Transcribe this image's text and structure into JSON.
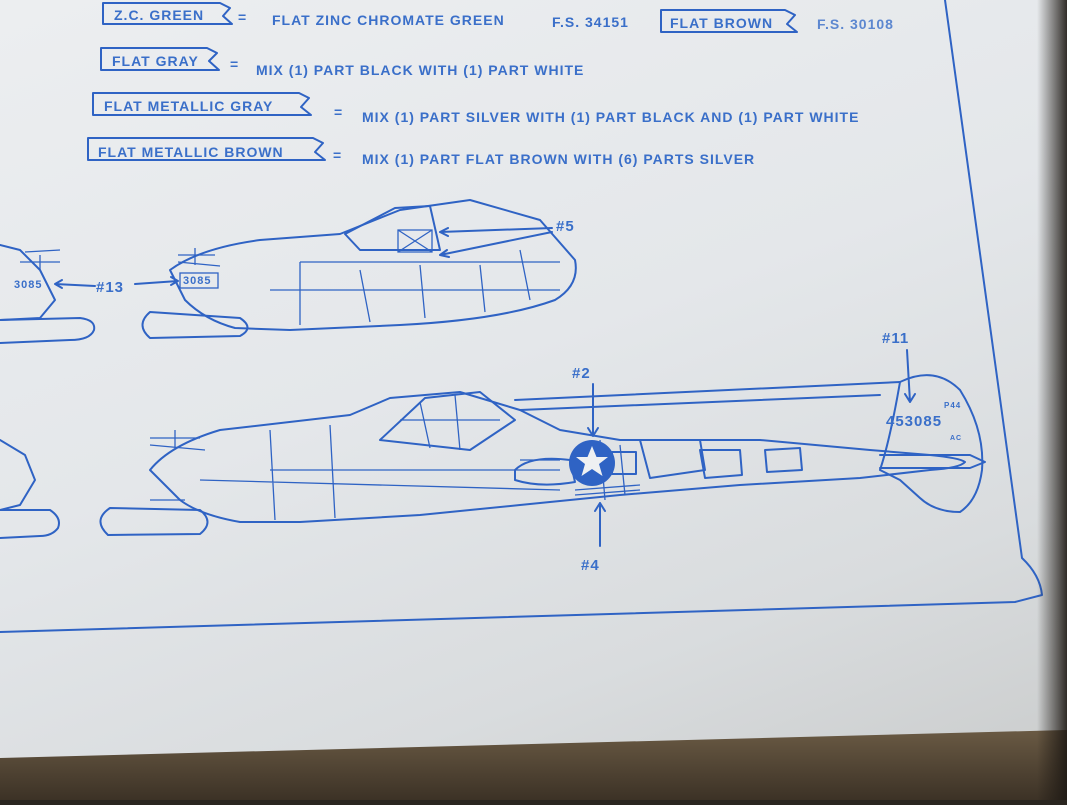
{
  "legend": {
    "zc_green": {
      "tag": "Z.C. GREEN",
      "eq": "=",
      "desc": "FLAT ZINC CHROMATE GREEN",
      "fs": "F.S. 34151"
    },
    "flat_brown": {
      "tag": "FLAT BROWN",
      "fs": "F.S. 30108"
    },
    "flat_gray": {
      "tag": "FLAT GRAY",
      "eq": "=",
      "desc": "MIX (1) PART BLACK WITH (1) PART WHITE"
    },
    "flat_metallic_gray": {
      "tag": "FLAT METALLIC GRAY",
      "eq": "=",
      "desc": "MIX (1) PART SILVER WITH (1) PART BLACK AND (1) PART WHITE"
    },
    "flat_metallic_brown": {
      "tag": "FLAT METALLIC BROWN",
      "eq": "=",
      "desc": "MIX (1) PART FLAT BROWN WITH (6) PARTS SILVER"
    }
  },
  "callouts": {
    "c5": "#5",
    "c13": "#13",
    "c2": "#2",
    "c4": "#4",
    "c11": "#11"
  },
  "markings": {
    "nose_serial_left": "3085",
    "nose_serial_right": "3085",
    "tail_serial": "453085",
    "tail_type": "P44",
    "tail_ac": "AC"
  },
  "colors": {
    "ink": "#2f63c4",
    "paper": "#e6e9ec"
  }
}
